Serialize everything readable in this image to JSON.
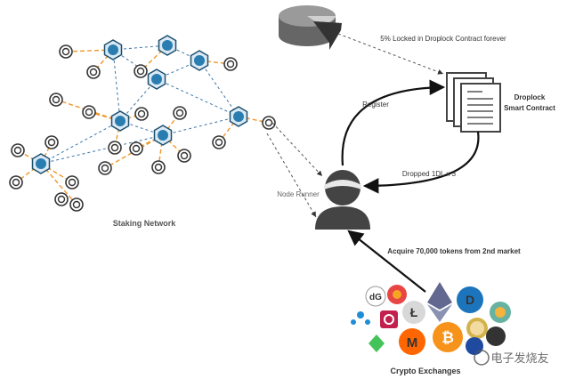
{
  "labels": {
    "locked": "5% Locked in Droplock Contract forever",
    "register": "Register",
    "droplock_line1": "Droplock",
    "droplock_line2": "Smart Contract",
    "dropped": "Dropped 1DL x 3",
    "node_runner": "Node Runner",
    "staking_network": "Staking Network",
    "acquire": "Acquire 70,000 tokens from 2nd market",
    "crypto_exchanges": "Crypto Exchanges"
  },
  "coin_labels": {
    "dg": "dG",
    "dash": "D",
    "bitcoin": "₿",
    "monero": "M",
    "litecoin": "Ł"
  },
  "watermark": "电子发烧友",
  "colors": {
    "hub_fill": "#2a7db0",
    "hub_stroke": "#1c4f6e",
    "orange_link": "#f0962a",
    "blue_link": "#3b74a8",
    "arrow": "#111111",
    "text": "#333333"
  },
  "icons": {
    "pie": "pie-chart-icon",
    "documents": "documents-icon",
    "user": "user-icon"
  }
}
